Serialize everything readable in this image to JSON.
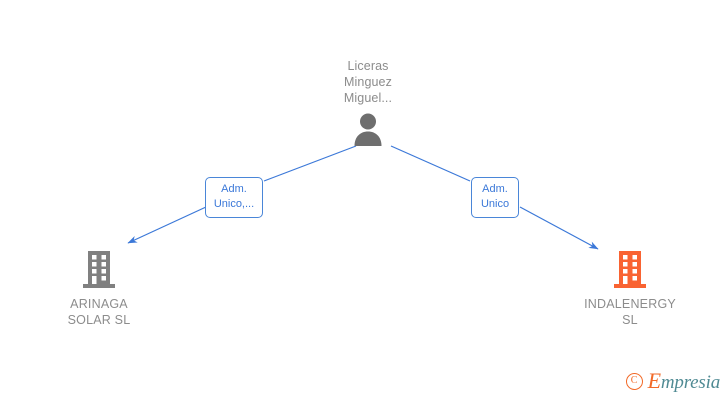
{
  "diagram": {
    "type": "organization-relationship-graph",
    "colors": {
      "edge": "#3b78d8",
      "label_border": "#4a86d8",
      "label_text": "#3b78d8",
      "node_text": "#8c8c8c",
      "person_icon": "#6e6e6e",
      "company_gray": "#808080",
      "company_orange": "#f96332",
      "background": "#ffffff"
    },
    "person": {
      "name": "Liceras\nMinguez\nMiguel...",
      "icon": "person-icon"
    },
    "edges": [
      {
        "id": "edge-left",
        "role_label": "Adm.\nUnico,...",
        "from": "person",
        "to": "company-left",
        "arrow": "arrowhead-down-left"
      },
      {
        "id": "edge-right",
        "role_label": "Adm.\nUnico",
        "from": "person",
        "to": "company-right",
        "arrow": "arrowhead-down-right"
      }
    ],
    "companies": [
      {
        "id": "company-left",
        "name": "ARINAGA\nSOLAR  SL",
        "icon": "building-icon",
        "color": "#808080"
      },
      {
        "id": "company-right",
        "name": "INDALENERGY\nSL",
        "icon": "building-icon",
        "color": "#f96332"
      }
    ]
  },
  "watermark": {
    "copyright": "C",
    "brand_initial": "E",
    "brand_rest": "mpresia"
  }
}
